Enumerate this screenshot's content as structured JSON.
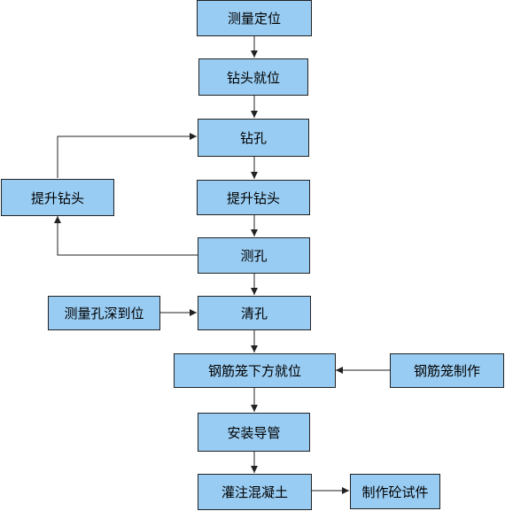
{
  "colors": {
    "box_fill": "#99ccf2",
    "box_border": "#222222",
    "line": "#222222"
  },
  "nodes": {
    "survey_position": "测量定位",
    "drill_in_position": "钻头就位",
    "drill_hole": "钻孔",
    "lift_bit_side": "提升钻头",
    "lift_bit": "提升钻头",
    "measure_hole": "测孔",
    "measure_depth": "测量孔深到位",
    "clean_hole": "清孔",
    "cage_lower": "钢筋笼下方就位",
    "cage_make": "钢筋笼制作",
    "install_pipe": "安装导管",
    "pour_concrete": "灌注混凝土",
    "make_specimen": "制作砼试件"
  }
}
